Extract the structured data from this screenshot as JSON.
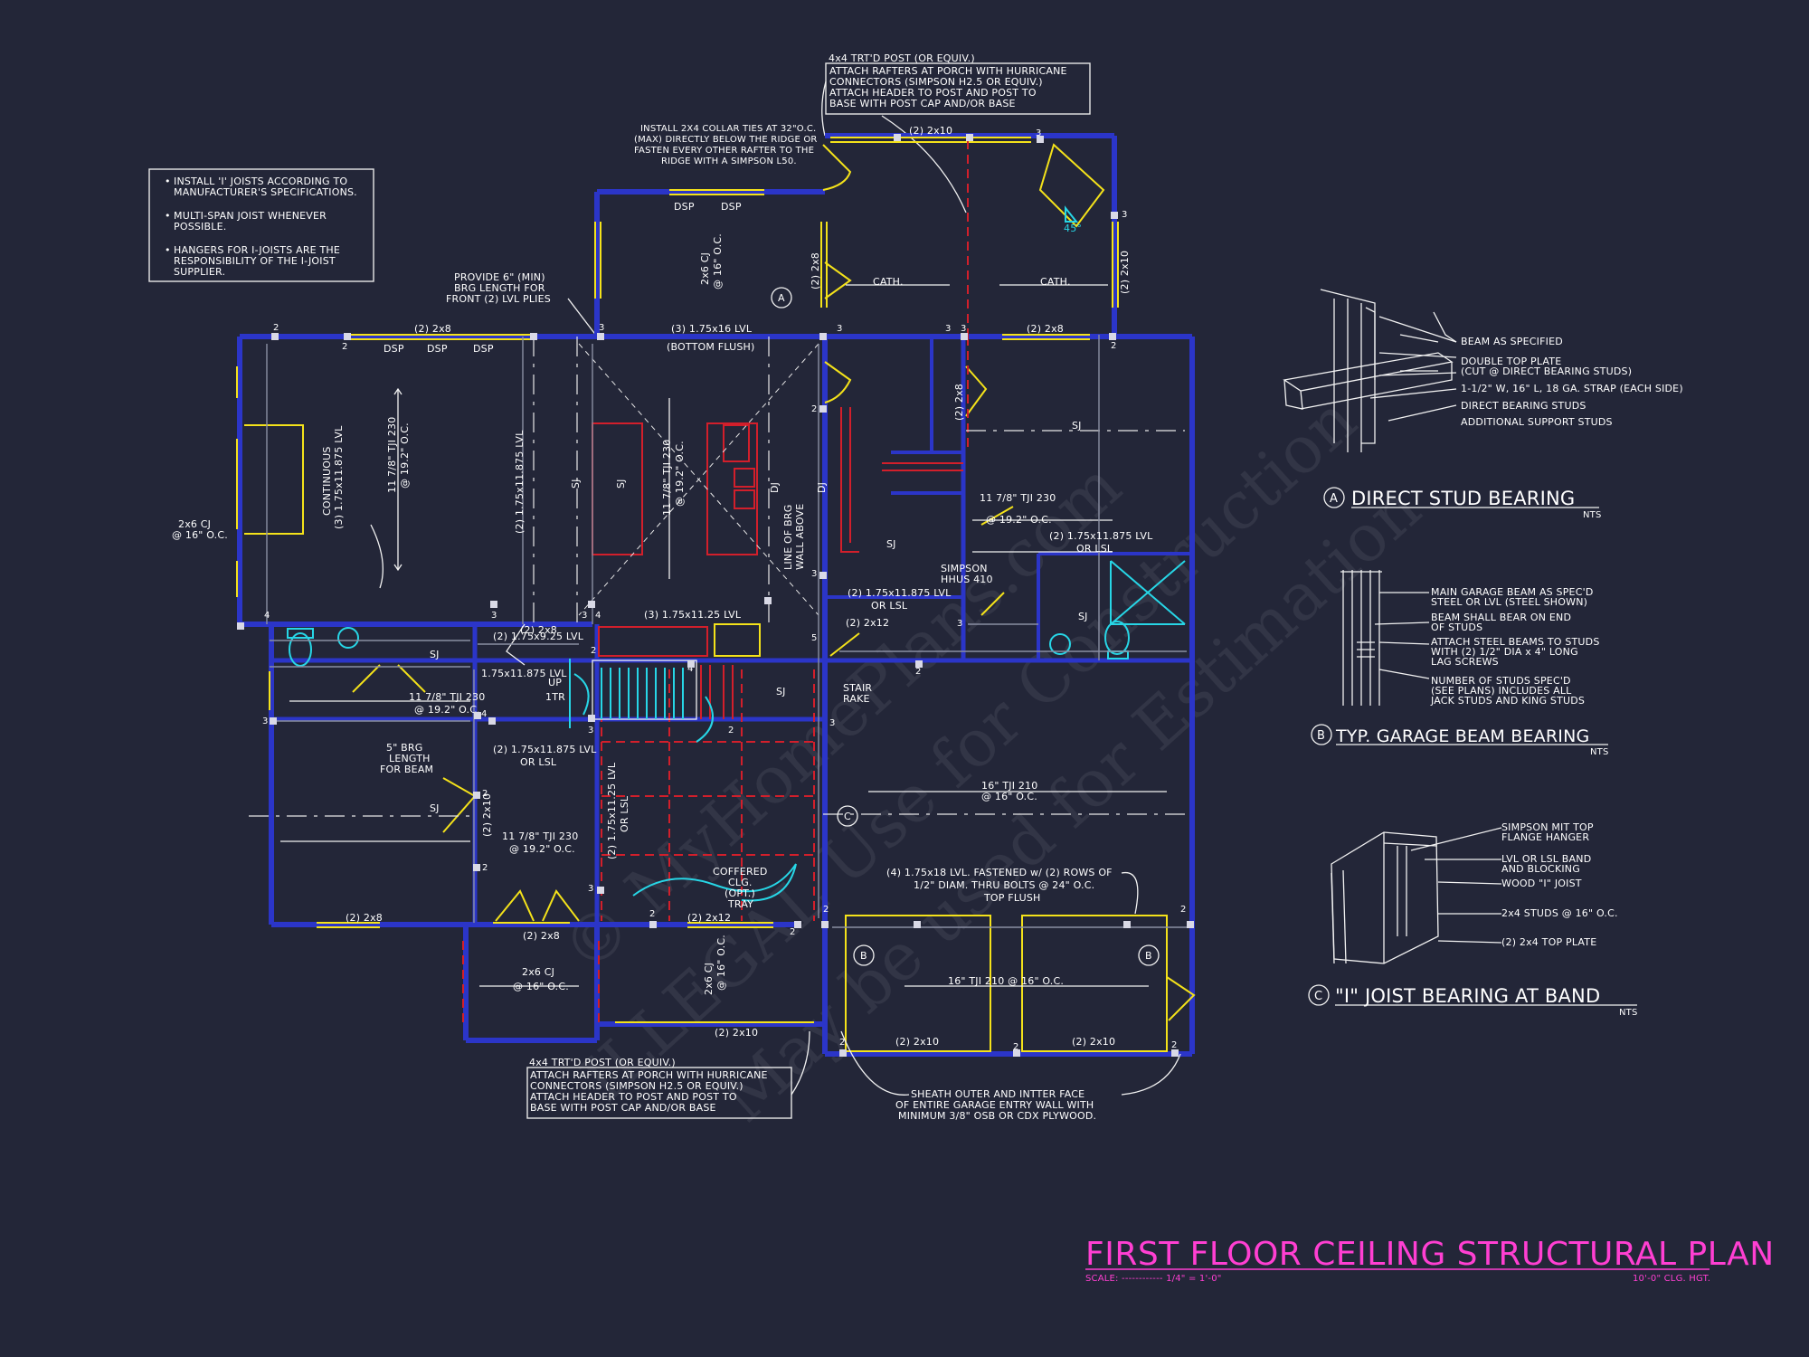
{
  "drawing": {
    "title": "FIRST FLOOR CEILING STRUCTURAL PLAN",
    "scale_label": "SCALE: ------------ 1/4\" = 1'-0\"",
    "ceiling_height": "10'-0\" CLG. HGT."
  },
  "watermark": {
    "lines": [
      "© MyHomePlans.com",
      "ILLEGAL Use for Construction",
      "May be used for Estimation"
    ]
  },
  "general_notes": [
    [
      "INSTALL 'I' JOISTS ACCORDING TO",
      "MANUFACTURER'S SPECIFICATIONS."
    ],
    [
      "MULTI-SPAN JOIST WHENEVER",
      "POSSIBLE."
    ],
    [
      "HANGERS FOR I-JOISTS ARE THE",
      "RESPONSIBILITY OF THE I-JOIST",
      "SUPPLIER."
    ]
  ],
  "callouts": {
    "top_post": [
      "4x4 TRT'D POST (OR EQUIV.)",
      "ATTACH RAFTERS AT PORCH WITH HURRICANE",
      "CONNECTORS (SIMPSON H2.5 OR EQUIV.)",
      "ATTACH HEADER TO POST AND POST TO",
      "BASE WITH POST CAP AND/OR BASE"
    ],
    "bottom_post": [
      "4x4 TRT'D POST (OR EQUIV.)",
      "ATTACH RAFTERS AT PORCH WITH HURRICANE",
      "CONNECTORS (SIMPSON H2.5 OR EQUIV.)",
      "ATTACH HEADER TO POST AND POST TO",
      "BASE WITH POST CAP AND/OR BASE"
    ],
    "collar_ties": [
      "INSTALL 2X4 COLLAR TIES AT 32\"O.C.",
      "(MAX) DIRECTLY BELOW THE RIDGE OR",
      "FASTEN EVERY OTHER RAFTER TO THE",
      "RIDGE WITH A SIMPSON L50."
    ],
    "brg_length": [
      "PROVIDE 6\" (MIN)",
      "BRG LENGTH FOR",
      "FRONT (2) LVL PLIES"
    ],
    "cj_left": [
      "2x6 CJ",
      "@ 16\" O.C."
    ],
    "beam_brg": [
      "5\" BRG",
      "LENGTH",
      "FOR BEAM"
    ],
    "garage_beam": [
      "(4) 1.75x18 LVL.  FASTENED w/ (2) ROWS OF",
      "1/2\" DIAM. THRU BOLTS @ 24\" O.C.",
      "TOP FLUSH"
    ],
    "sheath": [
      "SHEATH OUTER AND INTTER FACE",
      "OF ENTIRE GARAGE ENTRY WALL WITH",
      "MINIMUM 3/8\" OSB OR CDX PLYWOOD."
    ],
    "simpson": [
      "SIMPSON",
      "HHUS 410"
    ],
    "line_brg": [
      "LINE OF BRG",
      "WALL ABOVE"
    ],
    "continuous": [
      "CONTINUOUS",
      "(3) 1.75x11.875 LVL"
    ],
    "coffered": [
      "COFFERED",
      "CLG.",
      "(OPT.)",
      "TRAY"
    ],
    "stair_rake": [
      "STAIR",
      "RAKE"
    ]
  },
  "plan_labels": {
    "dsp": "DSP",
    "sj": "SJ",
    "dj": "DJ",
    "cath": "CATH.",
    "up": "UP",
    "tr": "1TR",
    "bottom_flush": "(BOTTOM FLUSH)",
    "lvl_3_16": "(3) 1.75x16 LVL",
    "lvl_3_1125": "(3) 1.75x11.25 LVL",
    "lvl_2_925": "(2) 1.75x9.25 LVL",
    "lvl_1_1875": "1.75x11.875 LVL",
    "lvl_2_1875": "(2) 1.75x11.875 LVL",
    "lvl_2_1875_lsl": "(2) 1.75x11.875 LVL OR LSL",
    "or_lsl": "OR LSL",
    "lvl_2_1125": "(2) 1.75x11.25 LVL",
    "hdr_2x8": "(2) 2x8",
    "hdr_2x10": "(2) 2x10",
    "hdr_2x12": "(2) 2x12",
    "cj_2x6": "2x6 CJ",
    "oc16": "@ 16\" O.C.",
    "oc192": "@ 19.2\" O.C.",
    "tji230": "11 7/8\" TJI 230",
    "tji210_16": "16\" TJI 210",
    "tji210_full": "16\" TJI 210 @ 16\" O.C.",
    "angle45": "45°",
    "marker_a": "A",
    "marker_b": "B",
    "marker_c": "C"
  },
  "details": [
    {
      "marker": "A",
      "title": "DIRECT STUD BEARING",
      "scale": "NTS",
      "notes": [
        "BEAM AS SPECIFIED",
        "DOUBLE TOP PLATE",
        "(CUT @ DIRECT BEARING STUDS)",
        "1-1/2\" W, 16\" L, 18 GA. STRAP (EACH SIDE)",
        "DIRECT BEARING STUDS",
        "ADDITIONAL SUPPORT STUDS"
      ]
    },
    {
      "marker": "B",
      "title": "TYP. GARAGE BEAM BEARING",
      "scale": "NTS",
      "notes": [
        "MAIN GARAGE BEAM AS SPEC'D",
        "STEEL OR LVL (STEEL SHOWN)",
        "BEAM SHALL BEAR ON END",
        "OF STUDS",
        "ATTACH STEEL BEAMS TO STUDS",
        "WITH (2) 1/2\" DIA x 4\" LONG",
        "LAG SCREWS",
        "NUMBER OF STUDS SPEC'D",
        "(SEE PLANS) INCLUDES ALL",
        "JACK STUDS AND KING STUDS"
      ]
    },
    {
      "marker": "C",
      "title": "\"I\" JOIST BEARING AT BAND",
      "scale": "NTS",
      "notes": [
        "SIMPSON MIT TOP",
        "FLANGE HANGER",
        "LVL OR LSL BAND",
        "AND BLOCKING",
        "WOOD \"I\" JOIST",
        "2x4 STUDS @ 16\" O.C.",
        "(2) 2x4 TOP PLATE"
      ]
    }
  ],
  "post_numbers": [
    "2",
    "3",
    "4",
    "5"
  ],
  "colors": {
    "background": "#232638",
    "wall": "#2b35c8",
    "header": "#f4e21a",
    "beam": "#d21f2b",
    "fixture": "#27d6e6",
    "title": "#ff3fd2"
  }
}
